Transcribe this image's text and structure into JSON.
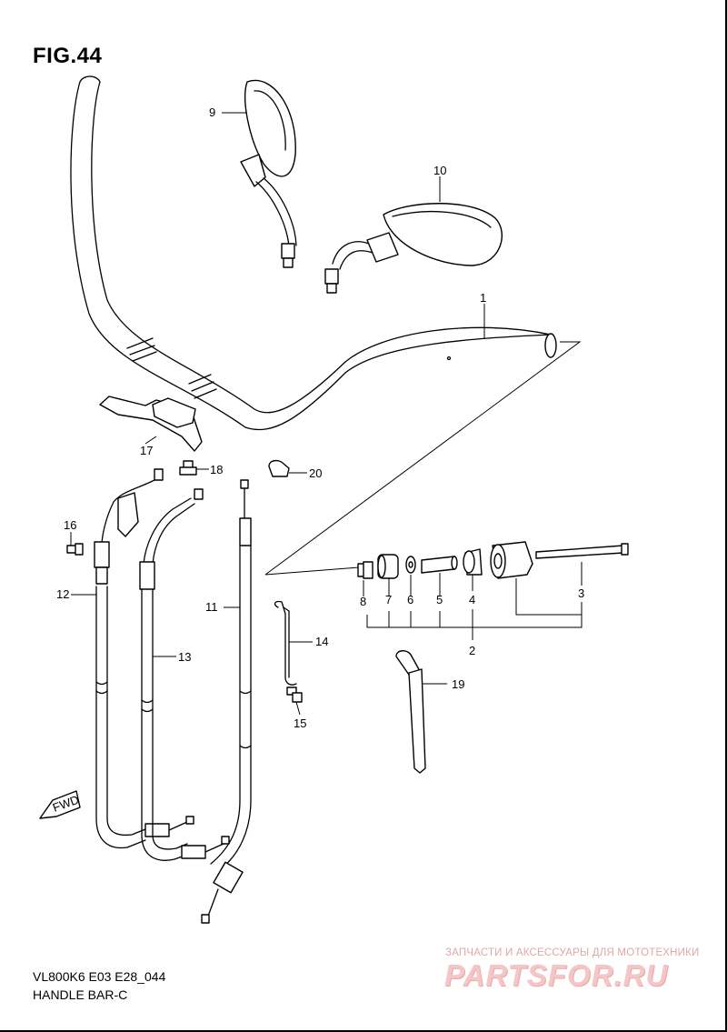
{
  "figure": {
    "title": "FIG.44",
    "model_code": "VL800K6 E03 E28_044",
    "section_name": "HANDLE BAR-C"
  },
  "callouts": [
    "1",
    "2",
    "3",
    "4",
    "5",
    "6",
    "7",
    "8",
    "9",
    "10",
    "11",
    "12",
    "13",
    "14",
    "15",
    "16",
    "17",
    "18",
    "19",
    "20"
  ],
  "fwd_label": "FWD",
  "watermark": {
    "tagline": "ЗАПЧАСТИ И АКСЕССУАРЫ ДЛЯ МОТОТЕХНИКИ",
    "logo": "PARTSFOR.RU",
    "color": "#f4c6c6"
  }
}
